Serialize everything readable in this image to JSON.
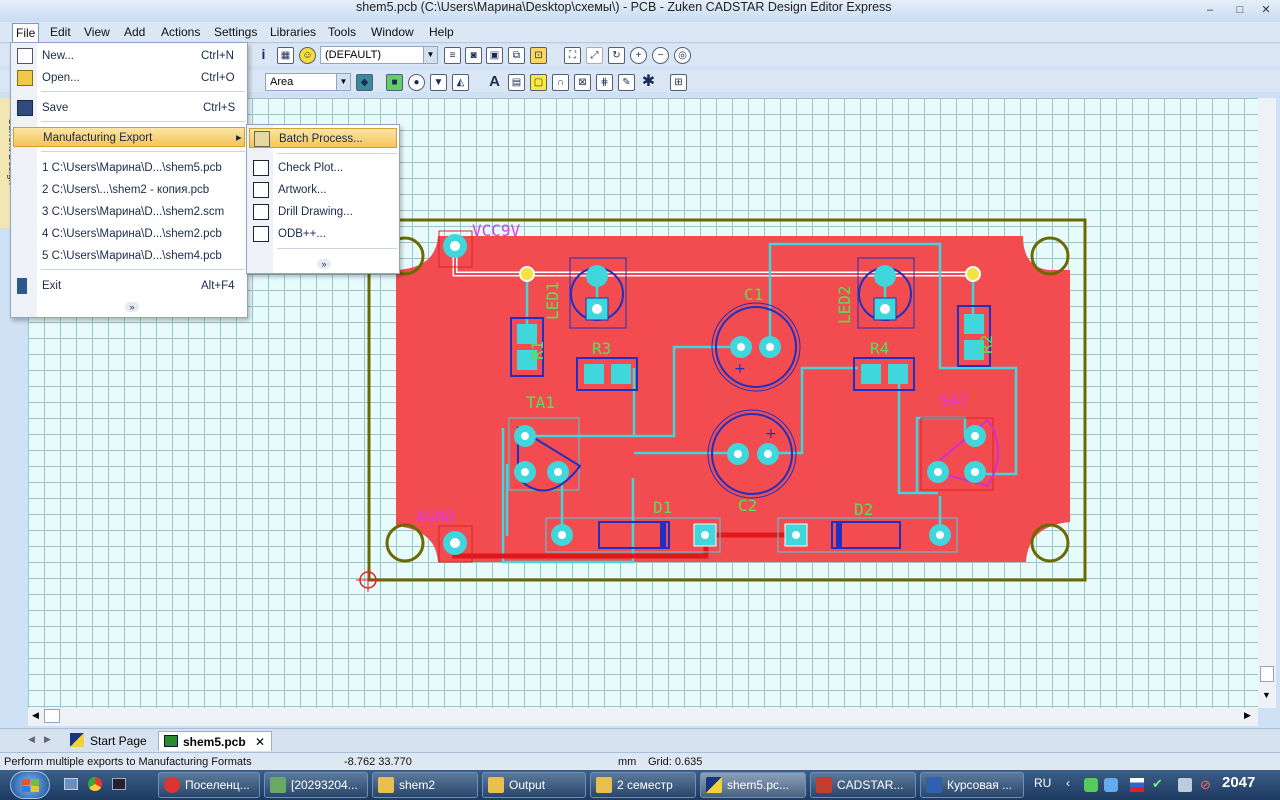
{
  "window": {
    "title": "shem5.pcb (C:\\Users\\Марина\\Desktop\\схемы\\) - PCB - Zuken CADSTAR Design Editor Express",
    "minimize": "–",
    "maximize": "□",
    "close": "✕"
  },
  "menubar": [
    "File",
    "Edit",
    "View",
    "Add",
    "Actions",
    "Settings",
    "Libraries",
    "Tools",
    "Window",
    "Help"
  ],
  "toolbar": {
    "layer_combo": "(DEFAULT)",
    "select_combo": "Area"
  },
  "side_panel": "Current Design",
  "file_menu": {
    "items": [
      {
        "label": "New...",
        "shortcut": "Ctrl+N",
        "icon": "new-file-icon"
      },
      {
        "label": "Open...",
        "shortcut": "Ctrl+O",
        "icon": "open-folder-icon"
      },
      {
        "label": "Save",
        "shortcut": "Ctrl+S",
        "icon": "save-disk-icon"
      },
      {
        "label": "Manufacturing Export",
        "arrow": "▸"
      },
      {
        "label": "1 C:\\Users\\Марина\\D...\\shem5.pcb"
      },
      {
        "label": "2 C:\\Users\\...\\shem2 - копия.pcb"
      },
      {
        "label": "3 C:\\Users\\Марина\\D...\\shem2.scm"
      },
      {
        "label": "4 C:\\Users\\Марина\\D...\\shem2.pcb"
      },
      {
        "label": "5 C:\\Users\\Марина\\D...\\shem4.pcb"
      },
      {
        "label": "Exit",
        "shortcut": "Alt+F4",
        "icon": "exit-door-icon"
      }
    ],
    "expand": "»"
  },
  "submenu": {
    "items": [
      {
        "label": "Batch Process...",
        "icon": "batch-process-icon"
      },
      {
        "label": "Check Plot...",
        "icon": "check-plot-icon"
      },
      {
        "label": "Artwork...",
        "icon": "artwork-icon"
      },
      {
        "label": "Drill Drawing...",
        "icon": "drill-drawing-icon"
      },
      {
        "label": "ODB++...",
        "icon": "odb-icon"
      }
    ],
    "expand": "»"
  },
  "pcb": {
    "labels": {
      "vcc": "VCC9V",
      "agnd": "AGND",
      "led1": "LED1",
      "led2": "LED2",
      "r1": "R1",
      "r2": "R2",
      "r3": "R3",
      "r4": "R4",
      "c1": "C1",
      "c2": "C2",
      "ta1": "TA1",
      "sat": "SAT",
      "d1": "D1",
      "d2": "D2"
    },
    "colors": {
      "board": "#f24b50",
      "copper_track": "#3fd6dc",
      "silk": "#2030c0",
      "outline": "#6a6a00",
      "label": "#58e05a"
    }
  },
  "tabs": [
    {
      "label": "Start Page",
      "icon": "start-page-icon"
    },
    {
      "label": "shem5.pcb",
      "icon": "pcb-doc-icon",
      "close": "✕"
    }
  ],
  "status": {
    "message": "Perform multiple exports to Manufacturing Formats",
    "coords": "-8.762  33.770",
    "units": "mm",
    "grid": "Grid: 0.635"
  },
  "taskbar": {
    "items": [
      {
        "label": "Поселенц...",
        "color": "#d33"
      },
      {
        "label": "[20293204...",
        "color": "#6a6"
      },
      {
        "label": "shem2",
        "color": "#e8c050"
      },
      {
        "label": "Output",
        "color": "#e8c050"
      },
      {
        "label": "2 семестр",
        "color": "#e8c050"
      },
      {
        "label": "shem5.pc...",
        "color": "#204080"
      },
      {
        "label": "CADSTAR...",
        "color": "#c04030"
      },
      {
        "label": "Курсовая ...",
        "color": "#3060b0"
      }
    ],
    "lang": "RU",
    "clock": "2047"
  }
}
